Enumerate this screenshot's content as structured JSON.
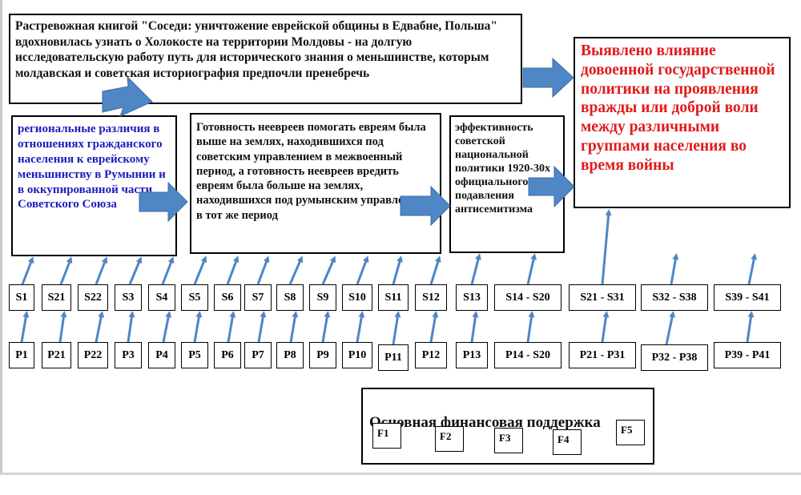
{
  "boxes": {
    "intro": "Растревожная книгой \"Соседи: уничтожение еврейской общины в Едвабне, Польша\" вдохновилась узнать о Холокосте на территории Молдовы - на долгую исследовательскую работу путь для исторического знания о меньшинстве, которым молдавская и советская историография предпочли пренебречь",
    "regional": "региональные различия в отношениях гражданского населения к еврейскому меньшинству в Румынии и в оккупированной части Советского Союза",
    "readiness": "Готовность неевреев помогать евреям была выше на землях, находившихся под советским управлением в межвоенный период, а готовность неевреев вредить евреям была больше на землях, находившихся под румынским управлением в тот же период",
    "policy": "эффективность советской национальной политики 1920-30х официального подавления антисемитизма",
    "result": "Выявлено влияние довоенной государственной политики на проявления вражды или доброй воли между различными группами населения во время войны"
  },
  "s_labels": [
    "S1",
    "S21",
    "S22",
    "S3",
    "S4",
    "S5",
    "S6",
    "S7",
    "S8",
    "S9",
    "S10",
    "S11",
    "S12",
    "S13",
    "S14 - S20",
    "S21 - S31",
    "S32 - S38",
    "S39 - S41"
  ],
  "p_labels": [
    "P1",
    "P21",
    "P22",
    "P3",
    "P4",
    "P5",
    "P6",
    "P7",
    "P8",
    "P9",
    "P10",
    "P11",
    "P12",
    "P13",
    "P14 - S20",
    "P21 - P31",
    "P32 - P38",
    "P39 - P41"
  ],
  "funding": {
    "title": "Основная финансовая поддержка",
    "items": [
      "F1",
      "F2",
      "F3",
      "F4",
      "F5"
    ]
  },
  "colors": {
    "arrow": "#4f86c6",
    "arrow_stroke": "#3a6ea5",
    "red_text": "#e01b1b",
    "blue_text": "#1c1cbe"
  }
}
